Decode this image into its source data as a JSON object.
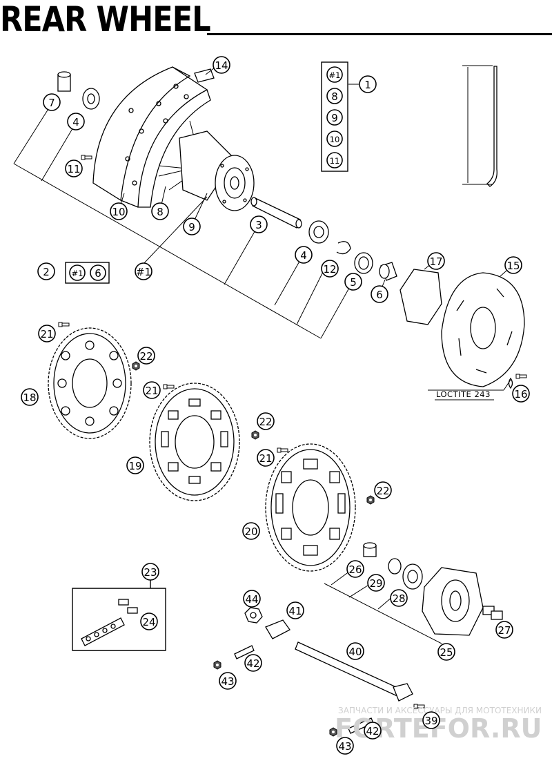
{
  "title": "REAR WHEEL",
  "loctite_label": "LOCTITE 243",
  "watermark": {
    "caption": "ЗАПЧАСТИ И АКСЕССУАРЫ ДЛЯ МОТОТЕХНИКИ",
    "brand": "FORTEFOR.RU"
  },
  "callouts": [
    "1",
    "2",
    "3",
    "4",
    "5",
    "6",
    "7",
    "8",
    "9",
    "10",
    "11",
    "12",
    "14",
    "15",
    "16",
    "17",
    "18",
    "19",
    "20",
    "21",
    "22",
    "23",
    "24",
    "25",
    "26",
    "27",
    "28",
    "29",
    "39",
    "40",
    "41",
    "42",
    "43",
    "44",
    "#1"
  ],
  "kit_1_box": [
    "#1",
    "8",
    "9",
    "10",
    "11"
  ],
  "kit_2_box": [
    "#1",
    "6"
  ]
}
